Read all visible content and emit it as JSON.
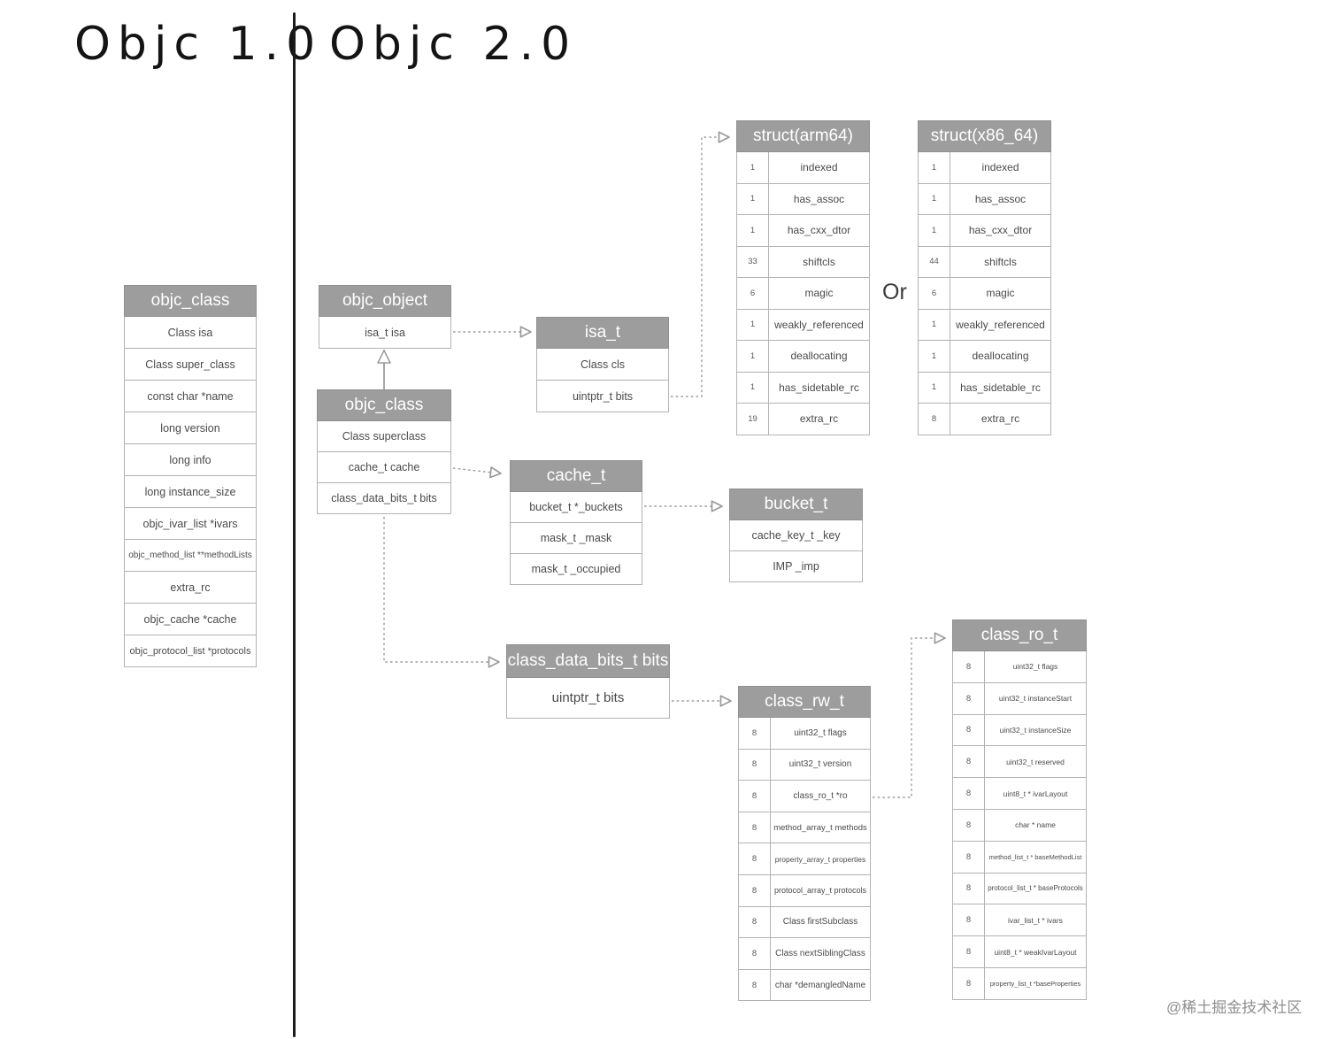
{
  "titles": {
    "objc1": "Objc 1.0",
    "objc2": "Objc 2.0"
  },
  "or_label": "Or",
  "watermark": "@稀土掘金技术社区",
  "tables": [
    {
      "id": "objc_class_v1",
      "header": "objc_class",
      "rows": [
        {
          "label": "Class isa"
        },
        {
          "label": "Class super_class"
        },
        {
          "label": "const char *name"
        },
        {
          "label": "long version"
        },
        {
          "label": "long info"
        },
        {
          "label": "long instance_size"
        },
        {
          "label": "objc_ivar_list *ivars"
        },
        {
          "label": "objc_method_list **methodLists"
        },
        {
          "label": "extra_rc"
        },
        {
          "label": "objc_cache *cache"
        },
        {
          "label": "objc_protocol_list *protocols"
        }
      ]
    },
    {
      "id": "objc_object",
      "header": "objc_object",
      "rows": [
        {
          "label": "isa_t isa"
        }
      ]
    },
    {
      "id": "objc_class_v2",
      "header": "objc_class",
      "rows": [
        {
          "label": "Class superclass"
        },
        {
          "label": "cache_t cache"
        },
        {
          "label": "class_data_bits_t bits"
        }
      ]
    },
    {
      "id": "isa_t",
      "header": "isa_t",
      "rows": [
        {
          "label": "Class cls"
        },
        {
          "label": "uintptr_t bits"
        }
      ]
    },
    {
      "id": "struct_arm64",
      "header": "struct(arm64)",
      "rows": [
        {
          "bits": "1",
          "label": "indexed"
        },
        {
          "bits": "1",
          "label": "has_assoc"
        },
        {
          "bits": "1",
          "label": "has_cxx_dtor"
        },
        {
          "bits": "33",
          "label": "shiftcls"
        },
        {
          "bits": "6",
          "label": "magic"
        },
        {
          "bits": "1",
          "label": "weakly_referenced"
        },
        {
          "bits": "1",
          "label": "deallocating"
        },
        {
          "bits": "1",
          "label": "has_sidetable_rc"
        },
        {
          "bits": "19",
          "label": "extra_rc"
        }
      ]
    },
    {
      "id": "struct_x86_64",
      "header": "struct(x86_64)",
      "rows": [
        {
          "bits": "1",
          "label": "indexed"
        },
        {
          "bits": "1",
          "label": "has_assoc"
        },
        {
          "bits": "1",
          "label": "has_cxx_dtor"
        },
        {
          "bits": "44",
          "label": "shiftcls"
        },
        {
          "bits": "6",
          "label": "magic"
        },
        {
          "bits": "1",
          "label": "weakly_referenced"
        },
        {
          "bits": "1",
          "label": "deallocating"
        },
        {
          "bits": "1",
          "label": "has_sidetable_rc"
        },
        {
          "bits": "8",
          "label": "extra_rc"
        }
      ]
    },
    {
      "id": "cache_t",
      "header": "cache_t",
      "rows": [
        {
          "label": "bucket_t *_buckets"
        },
        {
          "label": "mask_t _mask"
        },
        {
          "label": "mask_t _occupied"
        }
      ]
    },
    {
      "id": "bucket_t",
      "header": "bucket_t",
      "rows": [
        {
          "label": "cache_key_t _key"
        },
        {
          "label": "IMP _imp"
        }
      ]
    },
    {
      "id": "class_data_bits",
      "header": "class_data_bits_t bits",
      "rows": [
        {
          "label": "uintptr_t bits"
        }
      ]
    },
    {
      "id": "class_rw_t",
      "header": "class_rw_t",
      "rows": [
        {
          "bits": "8",
          "label": "uint32_t flags"
        },
        {
          "bits": "8",
          "label": "uint32_t version"
        },
        {
          "bits": "8",
          "label": "class_ro_t *ro"
        },
        {
          "bits": "8",
          "label": "method_array_t methods"
        },
        {
          "bits": "8",
          "label": "property_array_t properties"
        },
        {
          "bits": "8",
          "label": "protocol_array_t protocols"
        },
        {
          "bits": "8",
          "label": "Class firstSubclass"
        },
        {
          "bits": "8",
          "label": "Class nextSiblingClass"
        },
        {
          "bits": "8",
          "label": "char *demangledName"
        }
      ]
    },
    {
      "id": "class_ro_t",
      "header": "class_ro_t",
      "rows": [
        {
          "bits": "8",
          "label": "uint32_t flags"
        },
        {
          "bits": "8",
          "label": "uint32_t instanceStart"
        },
        {
          "bits": "8",
          "label": "uint32_t instanceSize"
        },
        {
          "bits": "8",
          "label": "uint32_t reserved"
        },
        {
          "bits": "8",
          "label": "uint8_t * ivarLayout"
        },
        {
          "bits": "8",
          "label": "char * name"
        },
        {
          "bits": "8",
          "label": "method_list_t * baseMethodList"
        },
        {
          "bits": "8",
          "label": "protocol_list_t * baseProtocols"
        },
        {
          "bits": "8",
          "label": "ivar_list_t * ivars"
        },
        {
          "bits": "8",
          "label": "uint8_t * weakIvarLayout"
        },
        {
          "bits": "8",
          "label": "property_list_t *baseProperties"
        }
      ]
    }
  ]
}
